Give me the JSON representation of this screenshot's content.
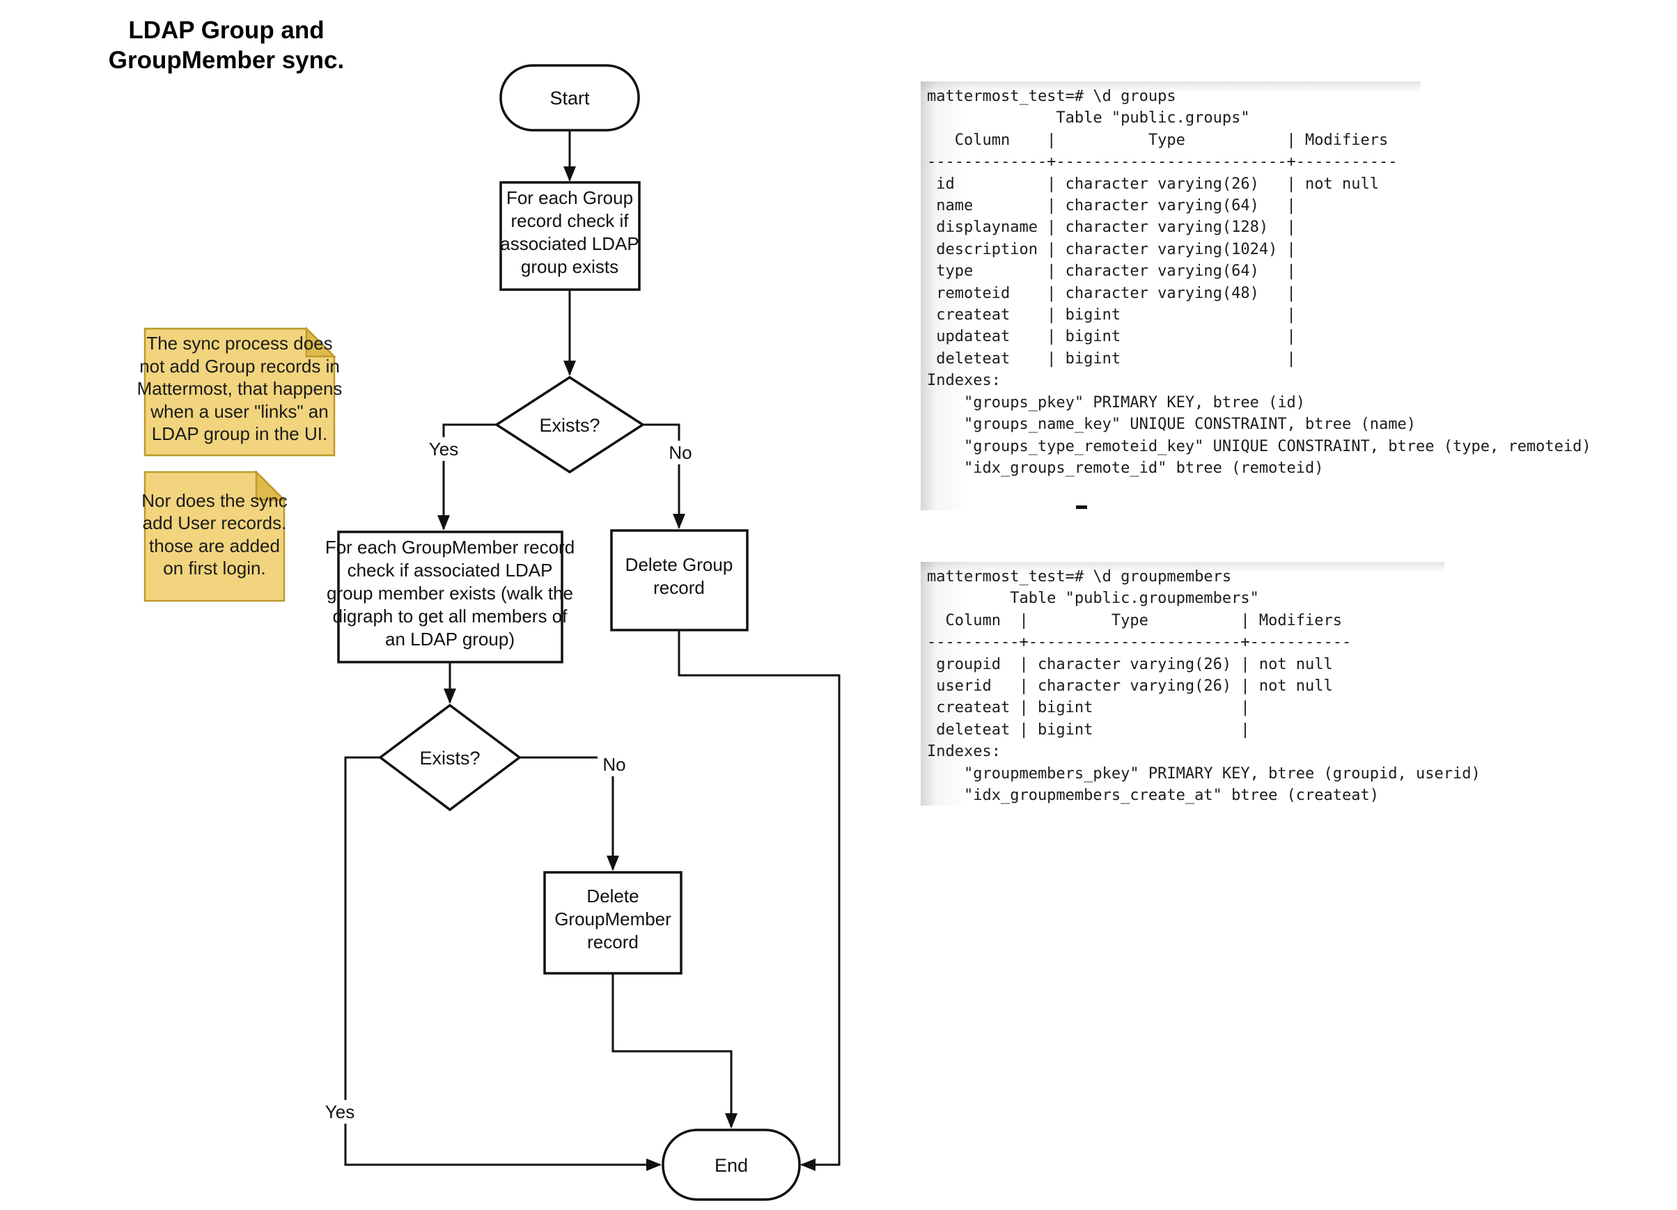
{
  "title": {
    "lines": [
      "LDAP Group and",
      "GroupMember sync."
    ]
  },
  "flowchart": {
    "start": {
      "label": "Start"
    },
    "process_group": {
      "lines": [
        "For each Group",
        "record check if",
        "associated LDAP",
        "group exists"
      ]
    },
    "decision_group": {
      "label": "Exists?"
    },
    "process_groupmember": {
      "lines": [
        "For each GroupMember record",
        "check if associated LDAP",
        "group member exists (walk the",
        "digraph to get all members of",
        "an LDAP group)"
      ]
    },
    "delete_group": {
      "lines": [
        "Delete Group",
        "record"
      ]
    },
    "decision_groupmember": {
      "label": "Exists?"
    },
    "delete_groupmember": {
      "lines": [
        "Delete",
        "GroupMember",
        "record"
      ]
    },
    "end": {
      "label": "End"
    },
    "edge_labels": {
      "yes1": "Yes",
      "no1": "No",
      "yes2": "Yes",
      "no2": "No"
    }
  },
  "notes": [
    {
      "lines": [
        "The sync process does",
        "not add Group records in",
        "Mattermost, that happens",
        "when a user \"links\" an",
        "LDAP group in the UI."
      ]
    },
    {
      "lines": [
        "Nor does the sync",
        "add User records.",
        "those are added",
        "on first login."
      ]
    }
  ],
  "terminals": [
    {
      "name": "groups",
      "lines": [
        "mattermost_test=# \\d groups",
        "              Table \"public.groups\"",
        "   Column    |          Type           | Modifiers",
        "-------------+-------------------------+-----------",
        " id          | character varying(26)   | not null",
        " name        | character varying(64)   |",
        " displayname | character varying(128)  |",
        " description | character varying(1024) |",
        " type        | character varying(64)   |",
        " remoteid    | character varying(48)   |",
        " createat    | bigint                  |",
        " updateat    | bigint                  |",
        " deleteat    | bigint                  |",
        "Indexes:",
        "    \"groups_pkey\" PRIMARY KEY, btree (id)",
        "    \"groups_name_key\" UNIQUE CONSTRAINT, btree (name)",
        "    \"groups_type_remoteid_key\" UNIQUE CONSTRAINT, btree (type, remoteid)",
        "    \"idx_groups_remote_id\" btree (remoteid)"
      ]
    },
    {
      "name": "groupmembers",
      "lines": [
        "mattermost_test=# \\d groupmembers",
        "         Table \"public.groupmembers\"",
        "  Column  |         Type          | Modifiers",
        "----------+-----------------------+-----------",
        " groupid  | character varying(26) | not null",
        " userid   | character varying(26) | not null",
        " createat | bigint                |",
        " deleteat | bigint                |",
        "Indexes:",
        "    \"groupmembers_pkey\" PRIMARY KEY, btree (groupid, userid)",
        "    \"idx_groupmembers_create_at\" btree (createat)"
      ]
    }
  ],
  "colors": {
    "note_fill": "#F1D47D",
    "note_border": "#BD9A2C",
    "note_fold": "#DDBA4B",
    "line": "#111111",
    "background": "#ffffff"
  }
}
